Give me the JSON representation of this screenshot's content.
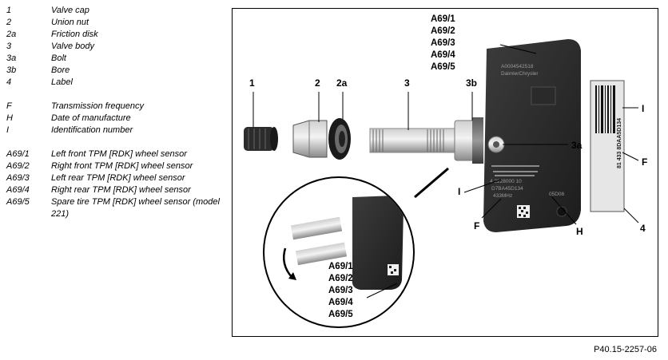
{
  "legend": [
    {
      "key": "1",
      "value": "Valve cap"
    },
    {
      "key": "2",
      "value": "Union nut"
    },
    {
      "key": "2a",
      "value": "Friction disk"
    },
    {
      "key": "3",
      "value": "Valve body"
    },
    {
      "key": "3a",
      "value": "Bolt"
    },
    {
      "key": "3b",
      "value": "Bore"
    },
    {
      "key": "4",
      "value": "Label"
    },
    {
      "key": "F",
      "value": "Transmission frequency"
    },
    {
      "key": "H",
      "value": "Date of manufacture"
    },
    {
      "key": "I",
      "value": "Identification number"
    },
    {
      "key": "A69/1",
      "value": "Left front TPM [RDK] wheel sensor"
    },
    {
      "key": "A69/2",
      "value": "Right front TPM [RDK] wheel sensor"
    },
    {
      "key": "A69/3",
      "value": "Left rear TPM [RDK] wheel sensor"
    },
    {
      "key": "A69/4",
      "value": "Right rear TPM [RDK] wheel sensor"
    },
    {
      "key": "A69/5",
      "value": "Spare tire TPM [RDK] wheel sensor (model 221)"
    }
  ],
  "callouts": {
    "c1": "1",
    "c2": "2",
    "c2a": "2a",
    "c3": "3",
    "c3b": "3b",
    "c3a": "3a",
    "cI": "I",
    "cF": "F",
    "cH": "H",
    "cI2": "I",
    "cF2": "F",
    "c4": "4"
  },
  "sensor_stack": [
    "A69/1",
    "A69/2",
    "A69/3",
    "A69/4",
    "A69/5"
  ],
  "sensor_print": {
    "brand_code": "A0004542518",
    "brand": "DaimlerChrysler",
    "id_line": "4 2228000 10",
    "serial": "D7BA45D134",
    "freq": "433MHz",
    "date": "05D08"
  },
  "label_text": "81 433 8DAA5D134",
  "figure_ref": "P40.15-2257-06"
}
